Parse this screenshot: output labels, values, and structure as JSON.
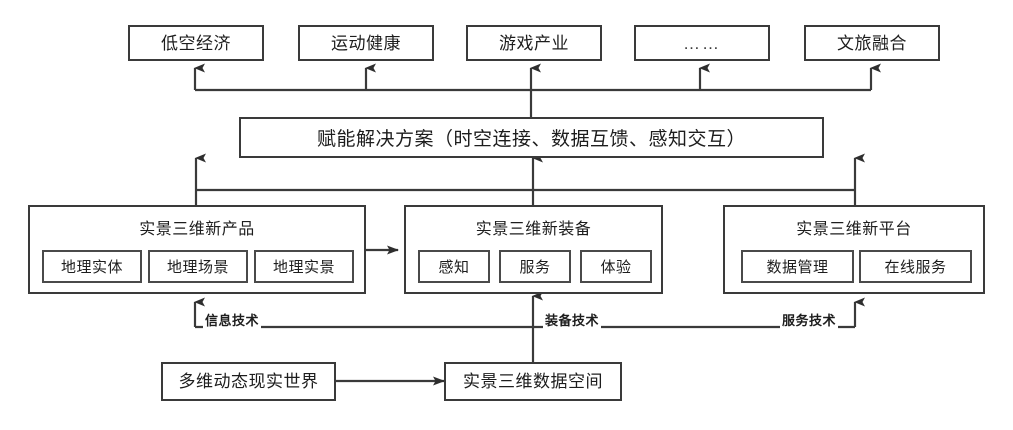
{
  "diagram": {
    "title": "实景三维新产品新装备新平台赋能体系图",
    "colors": {
      "stroke": "#3a3a3a",
      "chip_stroke": "#4a4a4a",
      "text": "#1d1d1d",
      "background": "#ffffff"
    },
    "application_boxes": [
      {
        "id": "low-altitude-economy",
        "label": "低空经济"
      },
      {
        "id": "sports-health",
        "label": "运动健康"
      },
      {
        "id": "game-industry",
        "label": "游戏产业"
      },
      {
        "id": "more-ellipsis",
        "label": "……"
      },
      {
        "id": "culture-tourism",
        "label": "文旅融合"
      }
    ],
    "solution_banner": {
      "id": "enabling-solution",
      "label": "赋能解决方案（时空连接、数据互馈、感知交互）"
    },
    "capability_panels": [
      {
        "id": "new-products",
        "title": "实景三维新产品",
        "chips": [
          {
            "id": "geo-entity",
            "label": "地理实体"
          },
          {
            "id": "geo-scene",
            "label": "地理场景"
          },
          {
            "id": "geo-reality",
            "label": "地理实景"
          }
        ]
      },
      {
        "id": "new-equipment",
        "title": "实景三维新装备",
        "chips": [
          {
            "id": "perception",
            "label": "感知"
          },
          {
            "id": "service",
            "label": "服务"
          },
          {
            "id": "experience",
            "label": "体验"
          }
        ]
      },
      {
        "id": "new-platform",
        "title": "实景三维新平台",
        "chips": [
          {
            "id": "data-management",
            "label": "数据管理"
          },
          {
            "id": "online-service",
            "label": "在线服务"
          }
        ]
      }
    ],
    "technology_labels": [
      {
        "id": "information-technology",
        "label": "信息技术"
      },
      {
        "id": "equipment-technology",
        "label": "装备技术"
      },
      {
        "id": "service-technology",
        "label": "服务技术"
      }
    ],
    "foundation_boxes": [
      {
        "id": "multidimensional-dynamic-real-world",
        "label": "多维动态现实世界"
      },
      {
        "id": "real-3d-data-space",
        "label": "实景三维数据空间"
      }
    ]
  }
}
